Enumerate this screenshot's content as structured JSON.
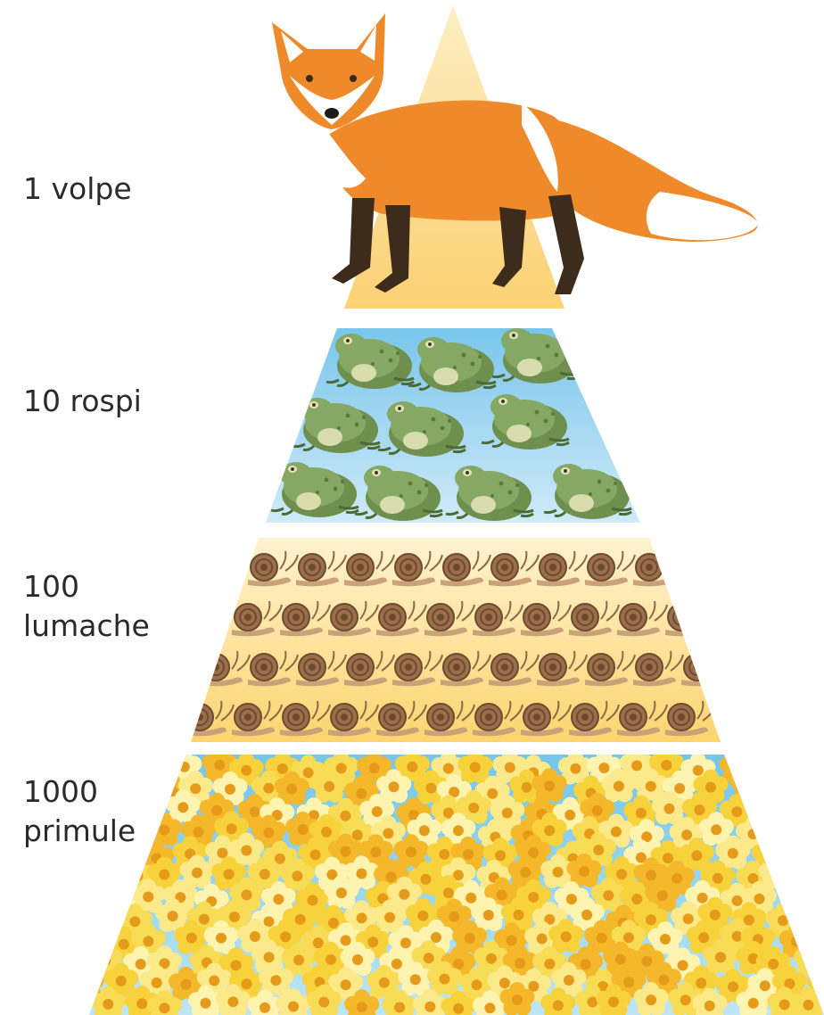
{
  "levels": [
    {
      "label": "1 volpe",
      "label_lines": [
        "1 volpe"
      ],
      "organism": "fox",
      "count": 1,
      "band_color": "#fcd987"
    },
    {
      "label": "10 rospi",
      "label_lines": [
        "10 rospi"
      ],
      "organism": "toad",
      "count": 10,
      "band_color": "#9fd3ee"
    },
    {
      "label": "100 lumache",
      "label_lines": [
        "100",
        "lumache"
      ],
      "organism": "snail",
      "count": 100,
      "band_color": "#fde2a0"
    },
    {
      "label": "1000 primule",
      "label_lines": [
        "1000",
        "primule"
      ],
      "organism": "primrose",
      "count": 1000,
      "band_color": "#8fd0ee"
    }
  ],
  "colors": {
    "fox_orange": "#ef8a2a",
    "fox_white": "#ffffff",
    "fox_dark": "#3d2b1c",
    "toad_green": "#7a9c5a",
    "snail_shell": "#9a6e4c",
    "snail_body": "#c9a27a",
    "flower_yellow": "#f7d23a",
    "flower_pale": "#fbe98a"
  }
}
